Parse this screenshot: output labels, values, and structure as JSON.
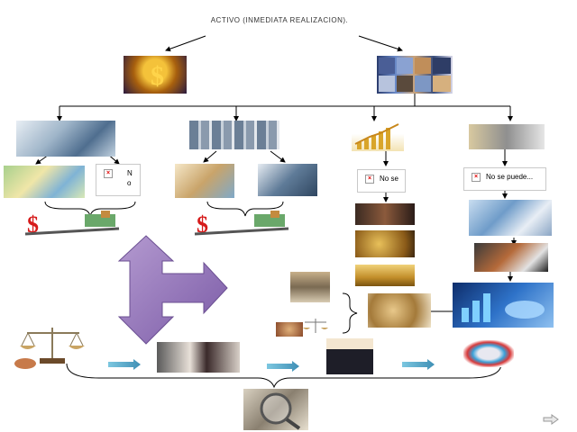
{
  "diagram": {
    "title": "ACTIVO (INMEDIATA REALIZACION).",
    "placeholders": [
      {
        "id": "ph1",
        "text": "N o"
      },
      {
        "id": "ph2",
        "text": "No se"
      },
      {
        "id": "ph3",
        "text": "No se puede..."
      }
    ],
    "icons": {
      "navigation": "next-slide-arrow-icon",
      "broken_image": "broken-image-icon"
    },
    "colors": {
      "arrow_big": "#8a6bb0",
      "arrow_small": "#5aa9c9",
      "line": "#000000"
    }
  }
}
